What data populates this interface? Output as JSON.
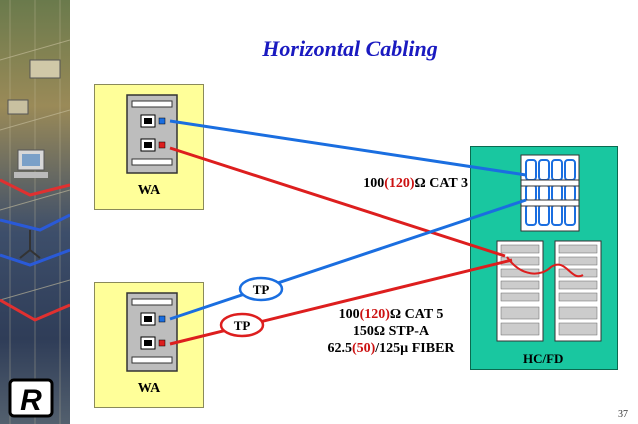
{
  "title": "Horizontal Cabling",
  "wa_labels": [
    "WA",
    "WA"
  ],
  "hc_label": "HC/FD",
  "tp_labels": [
    "TP",
    "TP"
  ],
  "cable_upper": {
    "pre": "100",
    "red": "(120)",
    "post": "Ω CAT 3"
  },
  "cable_lower": {
    "line1": {
      "pre": "100",
      "red": "(120)",
      "post": "Ω CAT 5"
    },
    "line2": "150Ω STP-A",
    "line3": {
      "pre": "62.5",
      "red": "(50)",
      "post": "/125µ FIBER"
    }
  },
  "page_number": "37",
  "logo_letter": "R",
  "colors": {
    "blue_cable": "#1a6ee0",
    "red_cable": "#dd1e1e",
    "hc_bg": "#19c7a0",
    "wa_bg": "#ffff99",
    "title": "#1a1ac0"
  }
}
